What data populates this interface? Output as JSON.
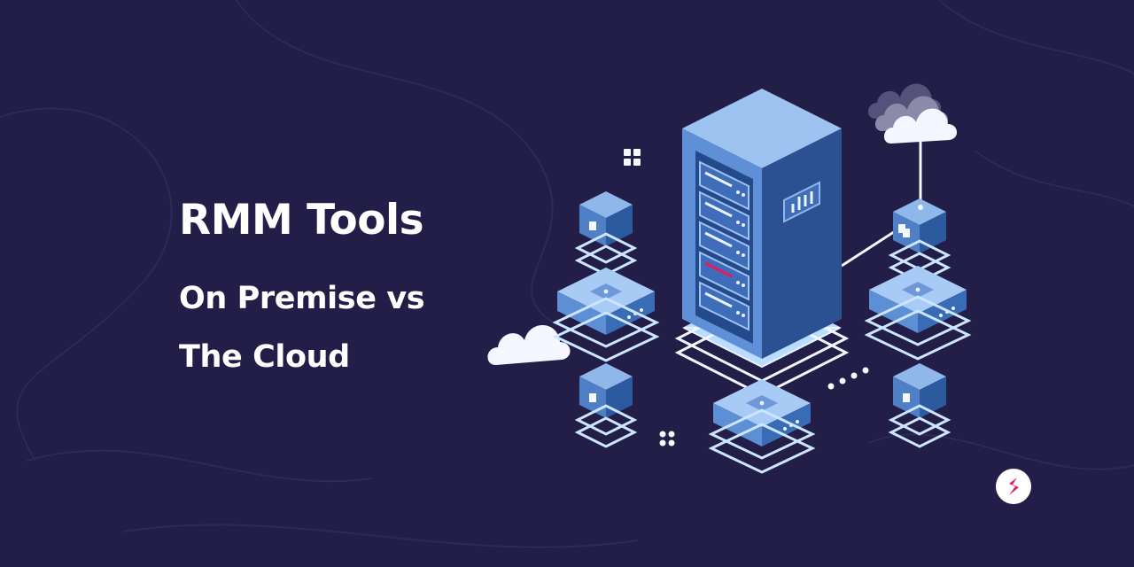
{
  "banner": {
    "title": "RMM Tools",
    "subtitle_line_1": "On Premise vs",
    "subtitle_line_2": "The Cloud"
  },
  "colors": {
    "background": "#221e47",
    "text": "#ffffff",
    "panel_light": "#8fb7ea",
    "panel_mid": "#4f7fc4",
    "panel_dark": "#1f4a8a",
    "glow": "#b9dcff",
    "accent": "#e6195c"
  },
  "icons": [
    "server-rack-icon",
    "cloud-icon",
    "network-node-icon",
    "logo-badge-icon"
  ]
}
